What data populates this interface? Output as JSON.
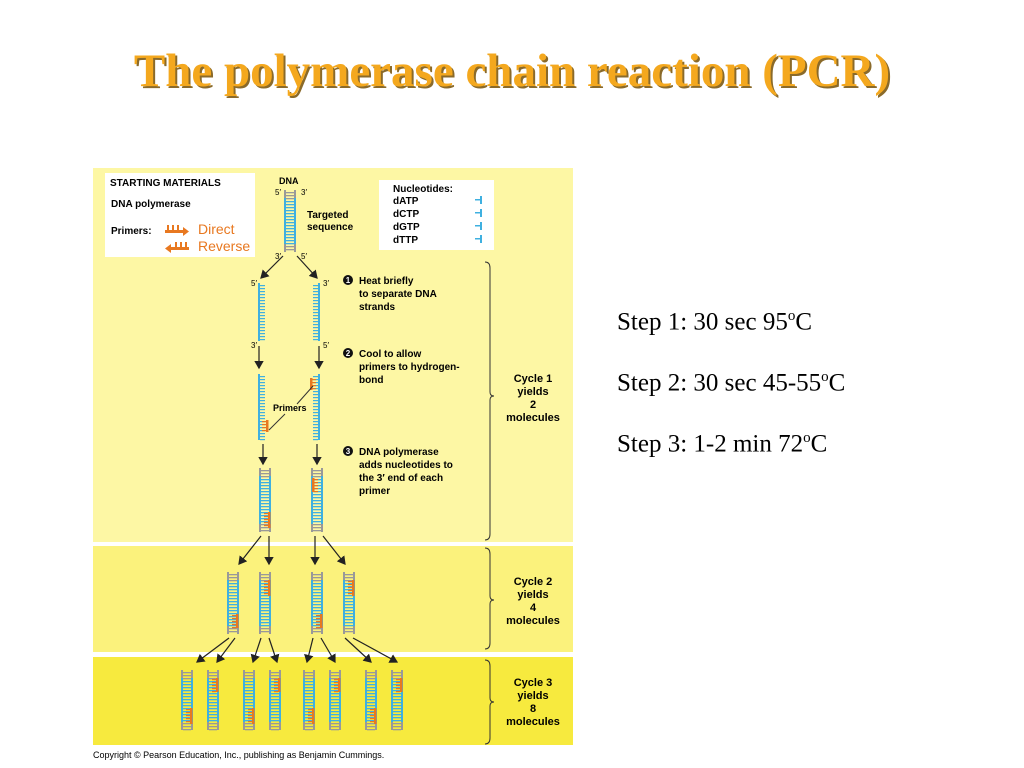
{
  "title": "The polymerase chain reaction (PCR)",
  "steps": [
    {
      "label": "Step 1: 30 sec  95",
      "sup": "o",
      "unit": "C"
    },
    {
      "label": "Step 2: 30 sec  45-55",
      "sup": "o",
      "unit": "C"
    },
    {
      "label": "Step 3: 1-2 min 72",
      "sup": "o",
      "unit": "C"
    }
  ],
  "figure": {
    "starting_materials": "STARTING MATERIALS",
    "dna_polymerase": "DNA polymerase",
    "primers_label": "Primers:",
    "primer_direct": "Direct",
    "primer_reverse": "Reverse",
    "dna_label": "DNA",
    "prime5": "5′",
    "prime3": "3′",
    "targeted_sequence": [
      "Targeted",
      "sequence"
    ],
    "nucleotides_title": "Nucleotides:",
    "nucleotides": [
      "dATP",
      "dCTP",
      "dGTP",
      "dTTP"
    ],
    "step1_text": [
      "Heat briefly",
      "to separate DNA",
      "strands"
    ],
    "step2_text": [
      "Cool to allow",
      "primers to hydrogen-",
      "bond"
    ],
    "step3_text": [
      "DNA polymerase",
      "adds nucleotides to",
      "the 3′ end of each",
      "primer"
    ],
    "primers_callout": "Primers",
    "step_numbers": [
      "1",
      "2",
      "3"
    ],
    "cycle1": [
      "Cycle 1",
      "yields",
      "2",
      "molecules"
    ],
    "cycle2": [
      "Cycle 2",
      "yields",
      "4",
      "molecules"
    ],
    "cycle3": [
      "Cycle 3",
      "yields",
      "8",
      "molecules"
    ],
    "colors": {
      "cycle1_bg": "#fdf7a4",
      "cycle2_bg": "#fbf27c",
      "cycle3_bg": "#f7ea3e",
      "dna_blue": "#3fb0e0",
      "dna_gray": "#999999",
      "primer_orange": "#e87820"
    }
  },
  "copyright": "Copyright © Pearson Education, Inc., publishing as Benjamin Cummings."
}
